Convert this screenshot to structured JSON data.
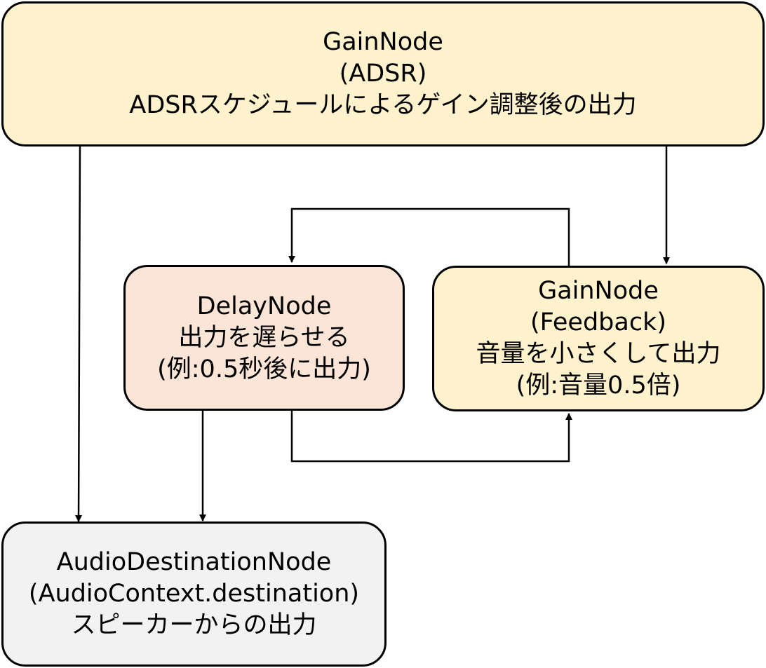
{
  "nodes": {
    "adsr": {
      "lines": [
        "GainNode",
        "(ADSR)",
        "ADSRスケジュールによるゲイン調整後の出力"
      ],
      "fill": "#fff2cc"
    },
    "delay": {
      "lines": [
        "DelayNode",
        "出力を遅らせる",
        "(例:0.5秒後に出力)"
      ],
      "fill": "#fbe5d6"
    },
    "feedback": {
      "lines": [
        "GainNode",
        "(Feedback)",
        "音量を小さくして出力",
        "(例:音量0.5倍)"
      ],
      "fill": "#fff2cc"
    },
    "destination": {
      "lines": [
        "AudioDestinationNode",
        "(AudioContext.destination)",
        "スピーカーからの出力"
      ],
      "fill": "#f2f2f2"
    }
  },
  "edges": [
    {
      "from": "adsr",
      "to": "destination"
    },
    {
      "from": "adsr",
      "to": "feedback"
    },
    {
      "from": "feedback",
      "to": "delay"
    },
    {
      "from": "delay",
      "to": "feedback"
    },
    {
      "from": "delay",
      "to": "destination"
    }
  ],
  "colors": {
    "stroke": "#000000"
  }
}
